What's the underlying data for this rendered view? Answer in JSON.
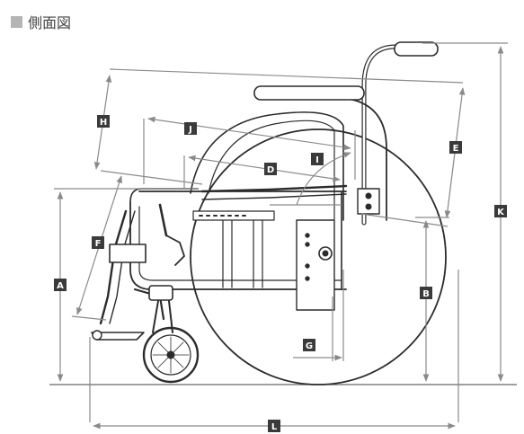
{
  "header": {
    "title": "側面図",
    "marker_color": "#b4b4b4"
  },
  "colors": {
    "frame": "#2b2b2b",
    "dimension": "#8a8a8a",
    "badge_bg": "#3a3a3a",
    "badge_fg": "#ffffff"
  },
  "labels": {
    "A": "A",
    "B": "B",
    "D": "D",
    "E": "E",
    "F": "F",
    "G": "G",
    "H": "H",
    "I": "I",
    "J": "J",
    "K": "K",
    "L": "L"
  }
}
